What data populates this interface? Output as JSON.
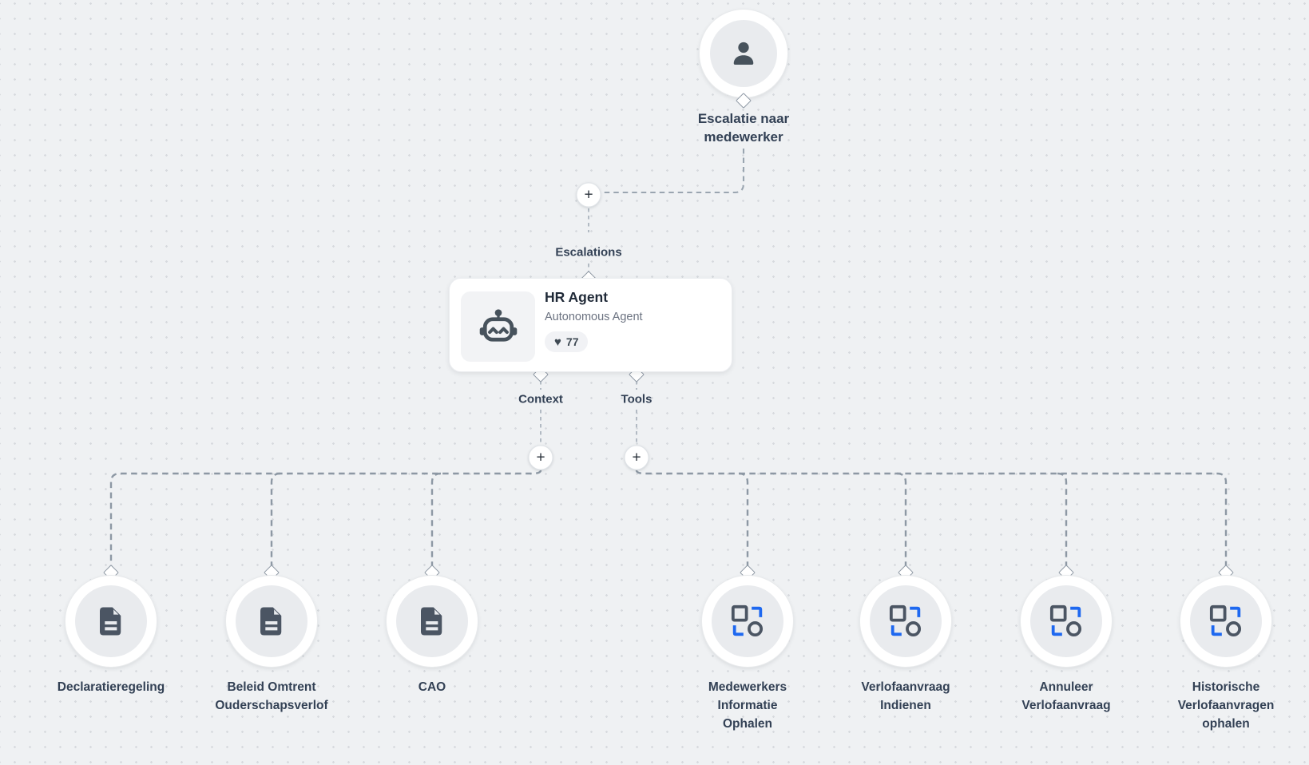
{
  "ui": {
    "plus_label": "+",
    "escalations_port_label": "Escalations",
    "context_port_label": "Context",
    "tools_port_label": "Tools"
  },
  "escalation_node": {
    "label": "Escalatie naar\nmedewerker",
    "icon": "user-icon"
  },
  "agent_card": {
    "title": "HR Agent",
    "subtitle": "Autonomous Agent",
    "likes_count": "77",
    "icon": "robot-icon",
    "likes_icon": "heart-icon"
  },
  "context_nodes": [
    {
      "label": "Declaratieregeling",
      "icon": "document-icon"
    },
    {
      "label": "Beleid Omtrent\nOuderschapsverlof",
      "icon": "document-icon"
    },
    {
      "label": "CAO",
      "icon": "document-icon"
    }
  ],
  "tool_nodes": [
    {
      "label": "Medewerkers\nInformatie\nOphalen",
      "icon": "tool-icon"
    },
    {
      "label": "Verlofaanvraag\nIndienen",
      "icon": "tool-icon"
    },
    {
      "label": "Annuleer\nVerlofaanvraag",
      "icon": "tool-icon"
    },
    {
      "label": "Historische\nVerlofaanvragen\nophalen",
      "icon": "tool-icon"
    }
  ],
  "colors": {
    "accent_blue": "#1e68f0",
    "icon_dark": "#4b5563",
    "label_text": "#334155",
    "subtitle_text": "#6b7280",
    "wire_gray": "#8d98a4",
    "canvas_bg": "#eff1f3"
  }
}
